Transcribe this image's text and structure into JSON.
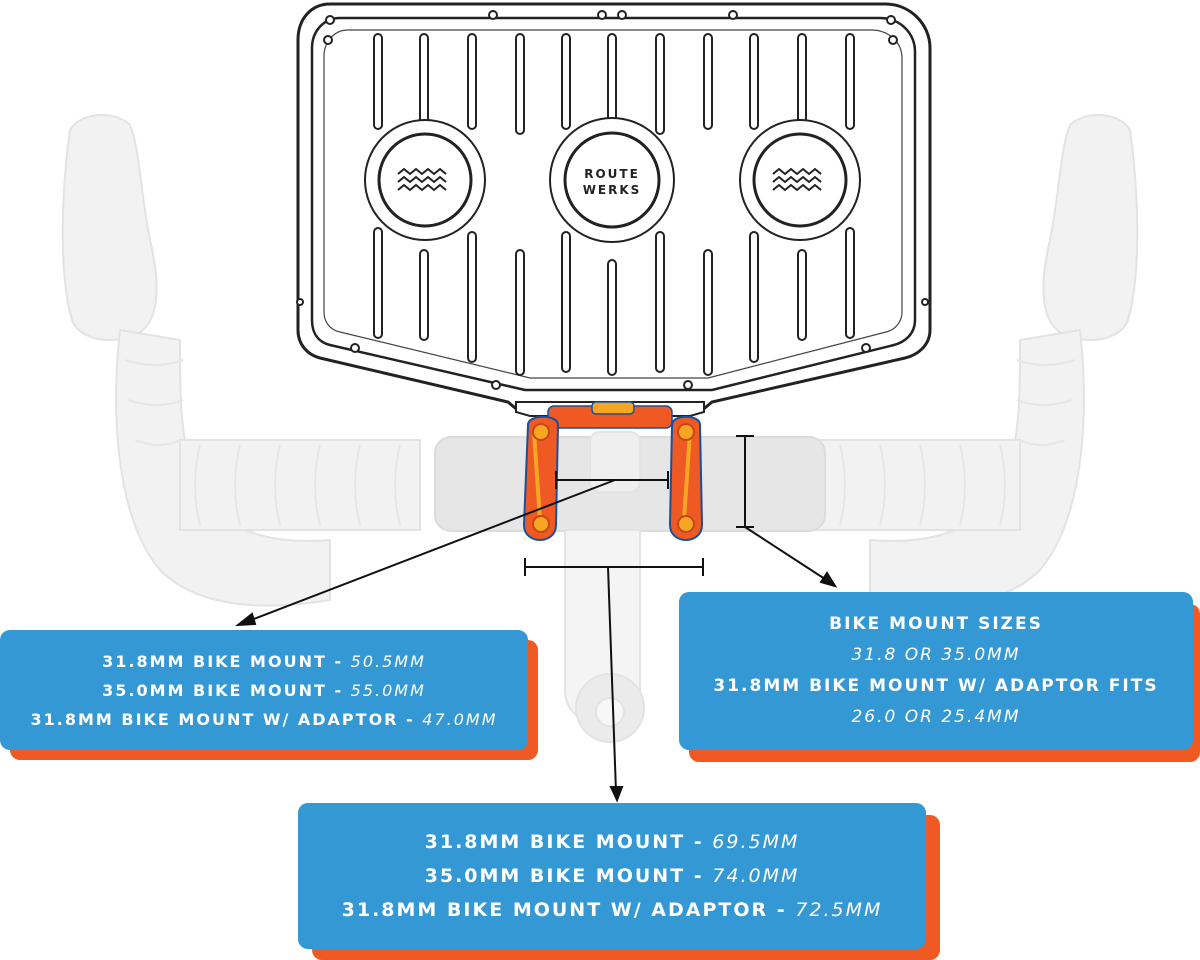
{
  "box_logo": {
    "line1": "ROUTE",
    "line2": "WERKS"
  },
  "callouts": {
    "left": {
      "lines": [
        {
          "label": "31.8MM BIKE MOUNT - ",
          "value": "50.5MM"
        },
        {
          "label": "35.0MM BIKE MOUNT - ",
          "value": "55.0MM"
        },
        {
          "label": "31.8MM BIKE MOUNT W/ ADAPTOR - ",
          "value": "47.0MM"
        }
      ]
    },
    "right": {
      "title": "BIKE MOUNT SIZES",
      "sizes": "31.8 OR 35.0MM",
      "adaptor_label": "31.8MM BIKE MOUNT W/ ADAPTOR FITS",
      "adaptor_sizes": "26.0 OR 25.4MM"
    },
    "bottom": {
      "lines": [
        {
          "label": "31.8MM BIKE MOUNT - ",
          "value": "69.5MM"
        },
        {
          "label": "35.0MM BIKE MOUNT - ",
          "value": "74.0MM"
        },
        {
          "label": "31.8MM BIKE MOUNT W/ ADAPTOR - ",
          "value": "72.5MM"
        }
      ]
    }
  },
  "colors": {
    "panel_blue": "#3498d4",
    "panel_shadow_orange": "#ef5a24",
    "mount_orange": "#ef5a24",
    "mount_yellow": "#f6a623",
    "bar_grey": "#e6e6e6",
    "outline_dark": "#222222"
  }
}
